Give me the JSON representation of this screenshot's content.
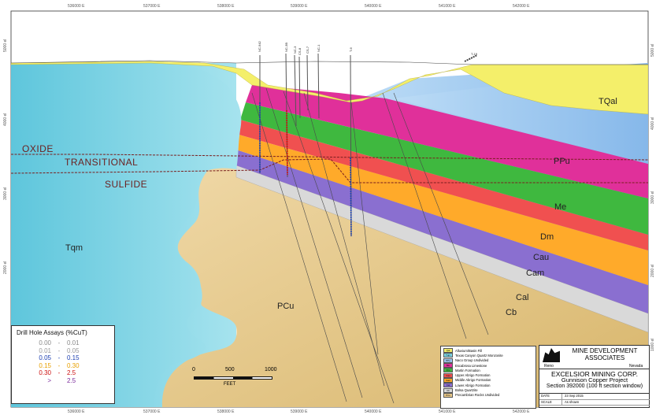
{
  "axes": {
    "easting_top": [
      "536000 E",
      "537000 E",
      "538000 E",
      "539000 E",
      "540000 E",
      "541000 E",
      "542000 E"
    ],
    "easting_bottom": [
      "536000 E",
      "537000 E",
      "538000 E",
      "539000 E",
      "540000 E",
      "541000 E",
      "542000 E"
    ],
    "elevation_left": [
      "5000 el",
      "4000 el",
      "3000 el",
      "2000 el"
    ],
    "elevation_right": [
      "5000 el",
      "4000 el",
      "3000 el",
      "2000 el",
      "1000 el"
    ]
  },
  "units": {
    "TQal": "TQal",
    "PPu": "PPu",
    "Me": "Me",
    "Dm": "Dm",
    "Cau": "Cau",
    "Cam": "Cam",
    "Cal": "Cal",
    "Cb": "Cb",
    "Tqm": "Tqm",
    "PCu": "PCu"
  },
  "zones": {
    "oxide": "OXIDE",
    "transitional": "TRANSITIONAL",
    "sulfide": "SULFIDE"
  },
  "drill_holes": [
    "NC-942",
    "NC-3B",
    "NC-3",
    "CS-8",
    "CS-7",
    "NC-1",
    "T-6",
    "T-19"
  ],
  "assay_legend": {
    "title": "Drill Hole Assays (%CuT)",
    "rows": [
      {
        "lo": "0.00",
        "sep": "-",
        "hi": "0.01",
        "color": "#8a8a8a"
      },
      {
        "lo": "0.01",
        "sep": "-",
        "hi": "0.05",
        "color": "#9a9a9a"
      },
      {
        "lo": "0.05",
        "sep": "-",
        "hi": "0.15",
        "color": "#1c3fb0"
      },
      {
        "lo": "0.15",
        "sep": "-",
        "hi": "0.30",
        "color": "#e8a000"
      },
      {
        "lo": "0.30",
        "sep": "-",
        "hi": "2.5",
        "color": "#cc1010"
      },
      {
        "lo": ">",
        "sep": "",
        "hi": "2.5",
        "color": "#7a2a9a"
      }
    ]
  },
  "scale_bar": {
    "zero": "0",
    "mid": "500",
    "max": "1000",
    "units": "FEET"
  },
  "unit_legend": [
    {
      "code": "Qal",
      "label": "Alluvium/Basin Fill",
      "color": "#f4ef6a"
    },
    {
      "code": "Tqm",
      "label": "Texas Canyon Quartz Monzonite",
      "color": "#7dd3e3"
    },
    {
      "code": "PPu",
      "label": "Naco Group Undivided",
      "color": "#9ec9f2"
    },
    {
      "code": "Me",
      "label": "Escabrosa Limestone",
      "color": "#e0309a"
    },
    {
      "code": "Dm",
      "label": "Martin Formation",
      "color": "#3fb83f"
    },
    {
      "code": "Cau",
      "label": "Upper Abrigo Formation",
      "color": "#f05050"
    },
    {
      "code": "Cam",
      "label": "Middle Abrigo Formation",
      "color": "#ffaa2a"
    },
    {
      "code": "Cal",
      "label": "Lower Abrigo Formation",
      "color": "#8a6fd0"
    },
    {
      "code": "Cb",
      "label": "Bolsa Quartzite",
      "color": "#d9d9d9"
    },
    {
      "code": "PCu",
      "label": "Precambrian Rocks Undivided",
      "color": "#e9c98a"
    }
  ],
  "title_block": {
    "org": "MINE DEVELOPMENT ASSOCIATES",
    "city": "Reno",
    "state": "Nevada",
    "client": "EXCELSIOR MINING CORP.",
    "project": "Gunnison Copper Project",
    "section": "Section 392000 (100 ft section window)",
    "date_label": "DATE",
    "date_value": "23 Sep 2015",
    "scale_label": "SCALE",
    "scale_value": "As shown"
  },
  "colors": {
    "TQal": "#f4ef6a",
    "Tqm": "#7dd3e3",
    "PPu": "#9ec9f2",
    "Me": "#e0309a",
    "Dm": "#3fb83f",
    "Cau": "#f05050",
    "Cam": "#ffaa2a",
    "Cal": "#8a6fd0",
    "Cb": "#d9d9d9",
    "PCu": "#e9c98a",
    "zone_line": "#7a1f1f"
  }
}
